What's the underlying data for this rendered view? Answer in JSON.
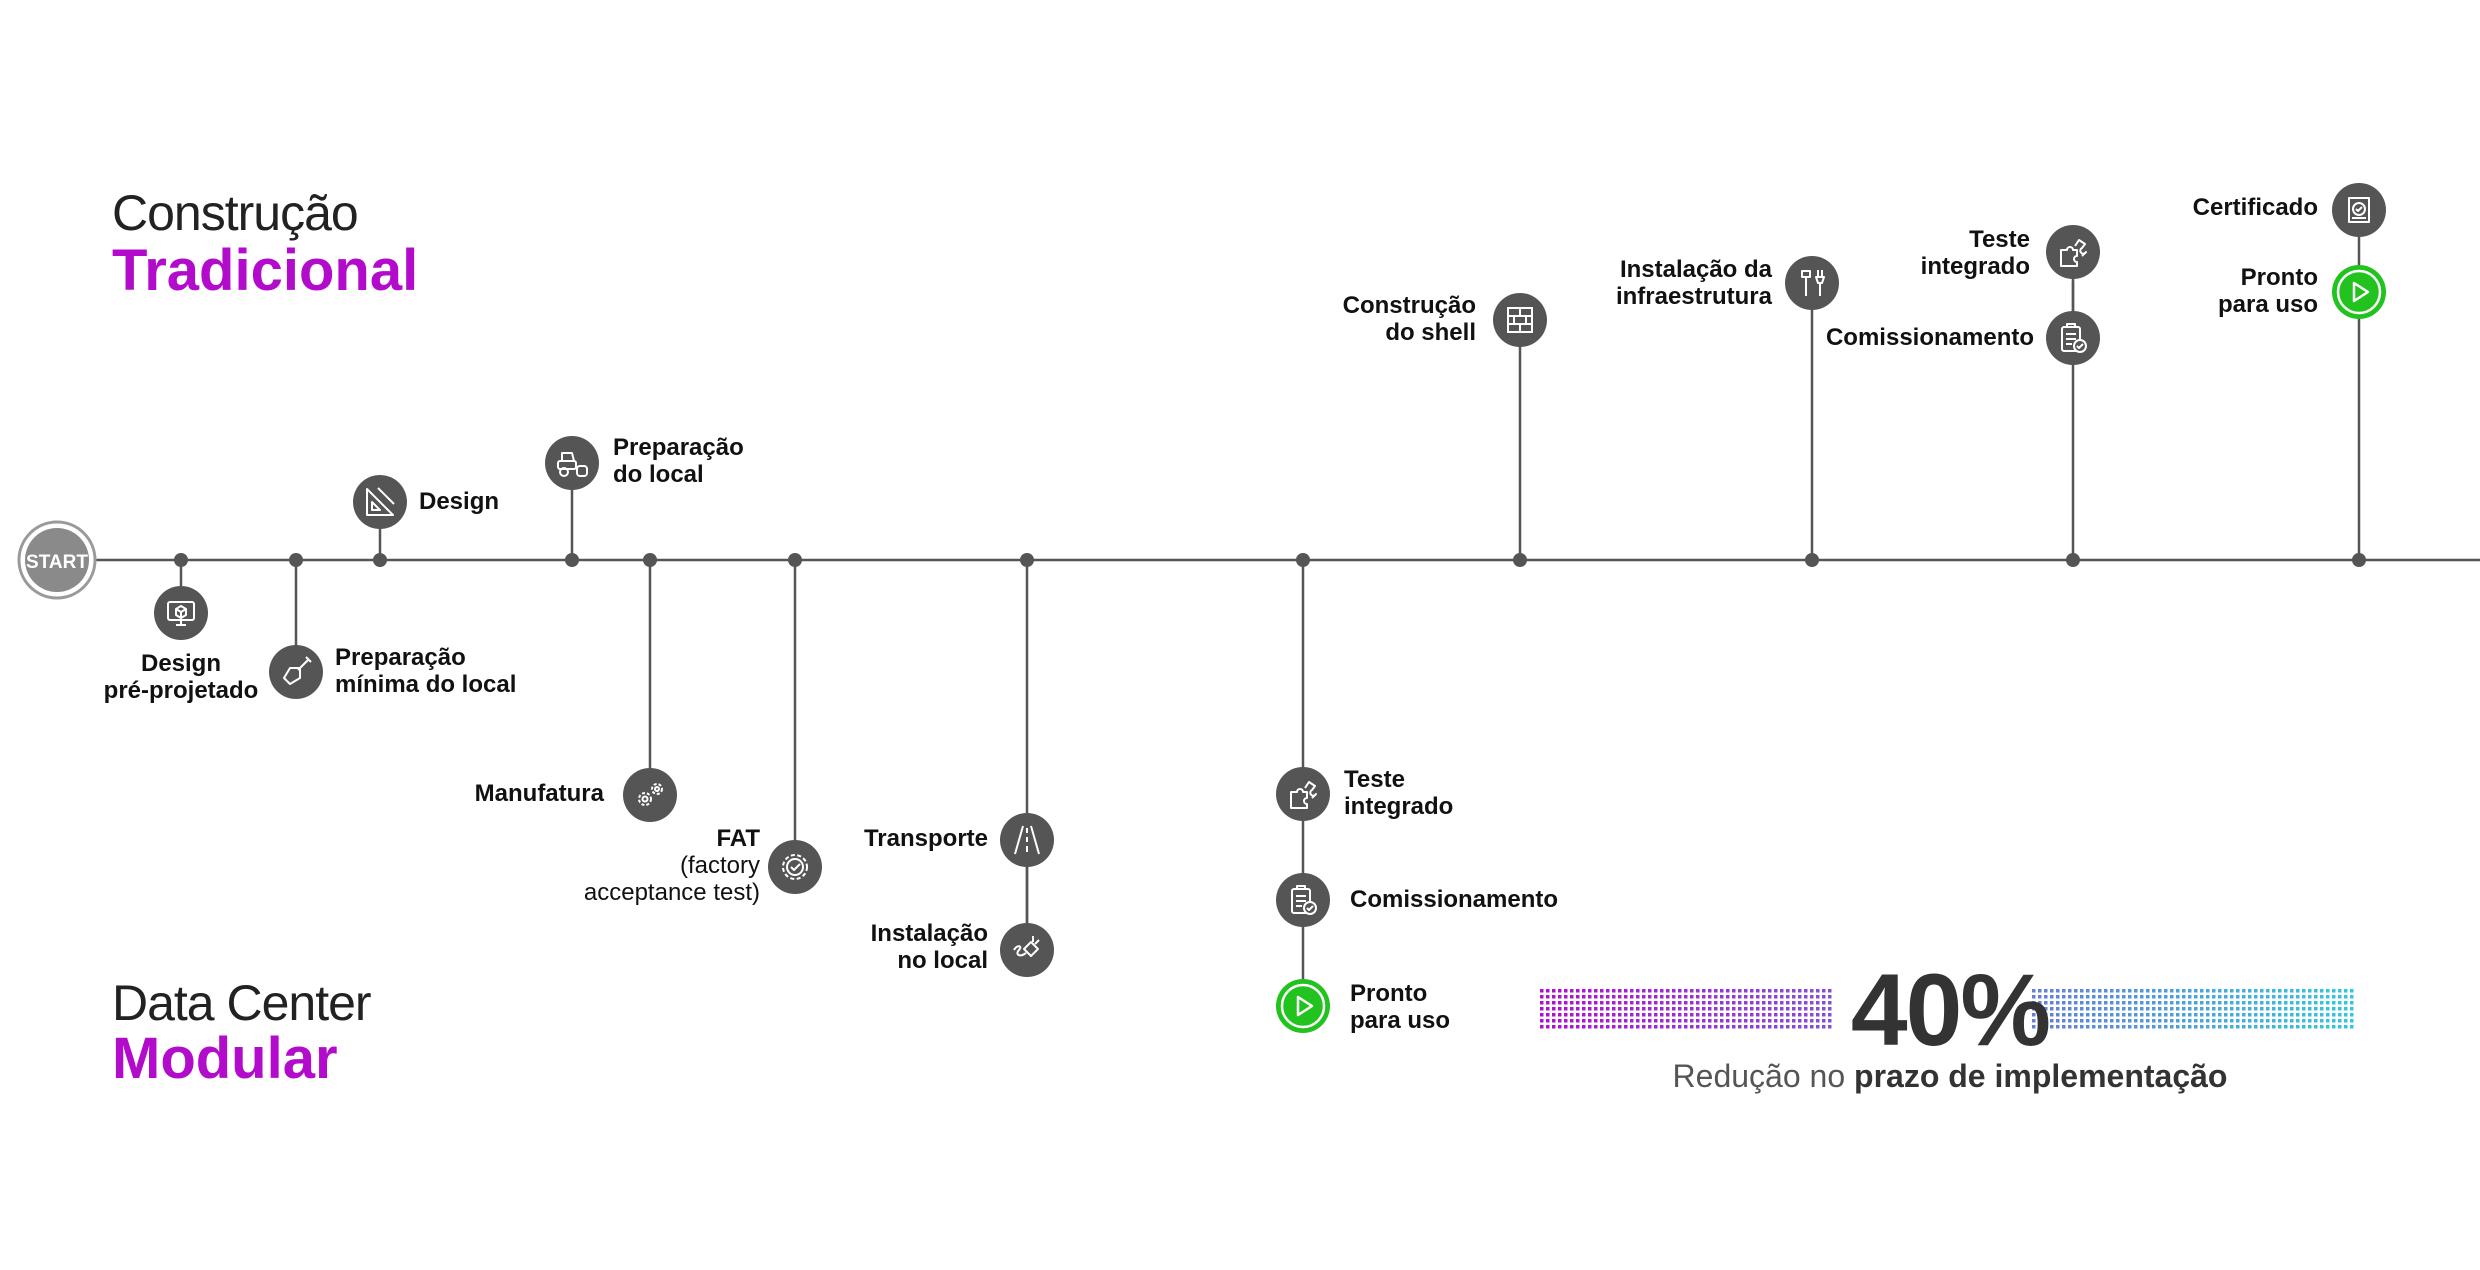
{
  "headings": {
    "traditional_light": "Construção",
    "traditional_bold": "Tradicional",
    "modular_light": "Data Center",
    "modular_bold": "Modular"
  },
  "colors": {
    "accent": "#B20BCB",
    "node": "#555555",
    "line": "#555555",
    "done": "#22C31F",
    "stat_gradient": [
      "#B10FCF",
      "#32C8DC"
    ]
  },
  "start_label": "START",
  "traditional_steps": [
    {
      "id": "design",
      "label": "Design",
      "icon": "ruler-square-icon"
    },
    {
      "id": "site-prep",
      "label": "Preparação\ndo local",
      "icon": "bulldozer-icon"
    },
    {
      "id": "shell",
      "label": "Construção\ndo shell",
      "icon": "brick-wall-icon"
    },
    {
      "id": "infra",
      "label": "Instalação da\ninfraestrutura",
      "icon": "tools-icon"
    },
    {
      "id": "integrated-test",
      "label": "Teste\nintegrado",
      "icon": "puzzle-icon"
    },
    {
      "id": "commissioning",
      "label": "Comissionamento",
      "icon": "clipboard-check-icon"
    },
    {
      "id": "certified",
      "label": "Certificado",
      "icon": "certificate-icon"
    },
    {
      "id": "ready",
      "label": "Pronto\npara uso",
      "icon": "play-icon"
    }
  ],
  "modular_steps": [
    {
      "id": "pre-design",
      "label": "Design\npré-projetado",
      "icon": "monitor-cube-icon"
    },
    {
      "id": "min-prep",
      "label": "Preparação\nmínima do local",
      "icon": "shovel-icon"
    },
    {
      "id": "manufacturing",
      "label": "Manufatura",
      "icon": "gears-icon"
    },
    {
      "id": "fat",
      "label": "FAT",
      "sub": "(factory\nacceptance test)",
      "icon": "gear-check-icon"
    },
    {
      "id": "transport",
      "label": "Transporte",
      "icon": "road-icon"
    },
    {
      "id": "onsite",
      "label": "Instalação\nno local",
      "icon": "plug-icon"
    },
    {
      "id": "integrated-test",
      "label": "Teste\nintegrado",
      "icon": "puzzle-icon"
    },
    {
      "id": "commissioning",
      "label": "Comissionamento",
      "icon": "clipboard-check-icon"
    },
    {
      "id": "ready",
      "label": "Pronto\npara uso",
      "icon": "play-icon"
    }
  ],
  "stat": {
    "value": "40%",
    "caption_light": "Redução no",
    "caption_bold": "prazo de implementação"
  }
}
